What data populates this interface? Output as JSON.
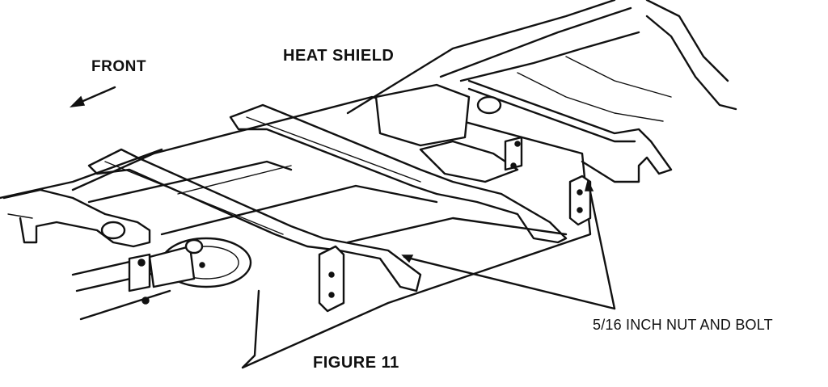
{
  "labels": {
    "front": "FRONT",
    "heat_shield": "HEAT SHIELD",
    "fastener": "5/16 INCH NUT AND BOLT",
    "figure": "FIGURE 11"
  },
  "colors": {
    "line": "#111111",
    "background": "#ffffff"
  }
}
